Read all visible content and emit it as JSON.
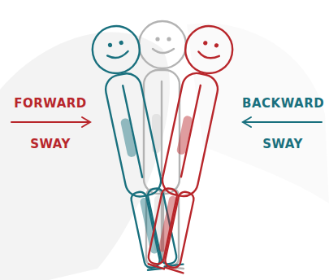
{
  "diagram": {
    "labels": [
      "FORWARD",
      "SWAY",
      "BACKWARD",
      "SWAY"
    ]
  }
}
